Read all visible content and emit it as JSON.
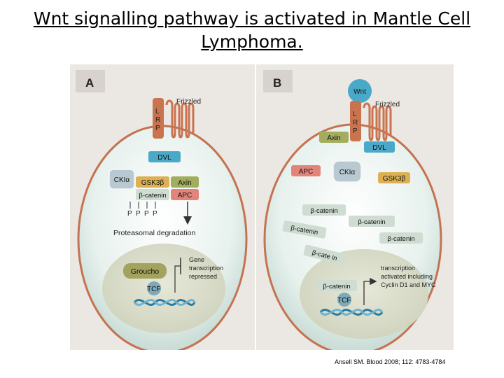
{
  "slide": {
    "title_line1": "Wnt signalling pathway is activated in Mantle Cell",
    "title_line2": "Lymphoma.",
    "citation": "Ansell SM. Blood 2008; 112: 4783-4784"
  },
  "panel_a": {
    "label": "A",
    "frizzled": "Frizzled",
    "lrp": [
      "L",
      "R",
      "P"
    ],
    "dvl": "DVL",
    "ck": "CKIα",
    "gsk": "GSK3β",
    "axin": "Axin",
    "beta_catenin": "β-catenin",
    "apc": "APC",
    "phospho": [
      "P",
      "P",
      "P",
      "P"
    ],
    "degradation": "Proteasomal degradation",
    "groucho": "Groucho",
    "gene_note": [
      "Gene",
      "transcription",
      "repressed"
    ],
    "tcf": "TCF"
  },
  "panel_b": {
    "label": "B",
    "wnt": "Wnt",
    "frizzled": "Frizzled",
    "lrp": [
      "L",
      "R",
      "P"
    ],
    "axin": "Axin",
    "dvl": "DVL",
    "apc": "APC",
    "ck": "CKIα",
    "gsk": "GSK3β",
    "beta_catenin_1": "β-catenin",
    "beta_catenin_2": "β-catenin",
    "beta_catenin_3": "β-catenin",
    "beta_catenin_4": "β-catenin",
    "beta_catenin_5": "β-cate in",
    "beta_catenin_6": "β-catenin",
    "transcription_note": [
      "transcription",
      "activated including",
      "Cyclin D1 and MYC"
    ],
    "tcf": "TCF"
  },
  "colors": {
    "teal_box": "#4aa9c9",
    "axin_box": "#a3ad5e",
    "apc_box": "#e2847a",
    "gsk_box": "#ddb153",
    "beta_box": "#cfdcd2",
    "ck_box": "#b8c9d2",
    "groucho_box": "#a3a35e",
    "membrane": "#cd7652",
    "cell_fill": "#e9f1ee"
  }
}
